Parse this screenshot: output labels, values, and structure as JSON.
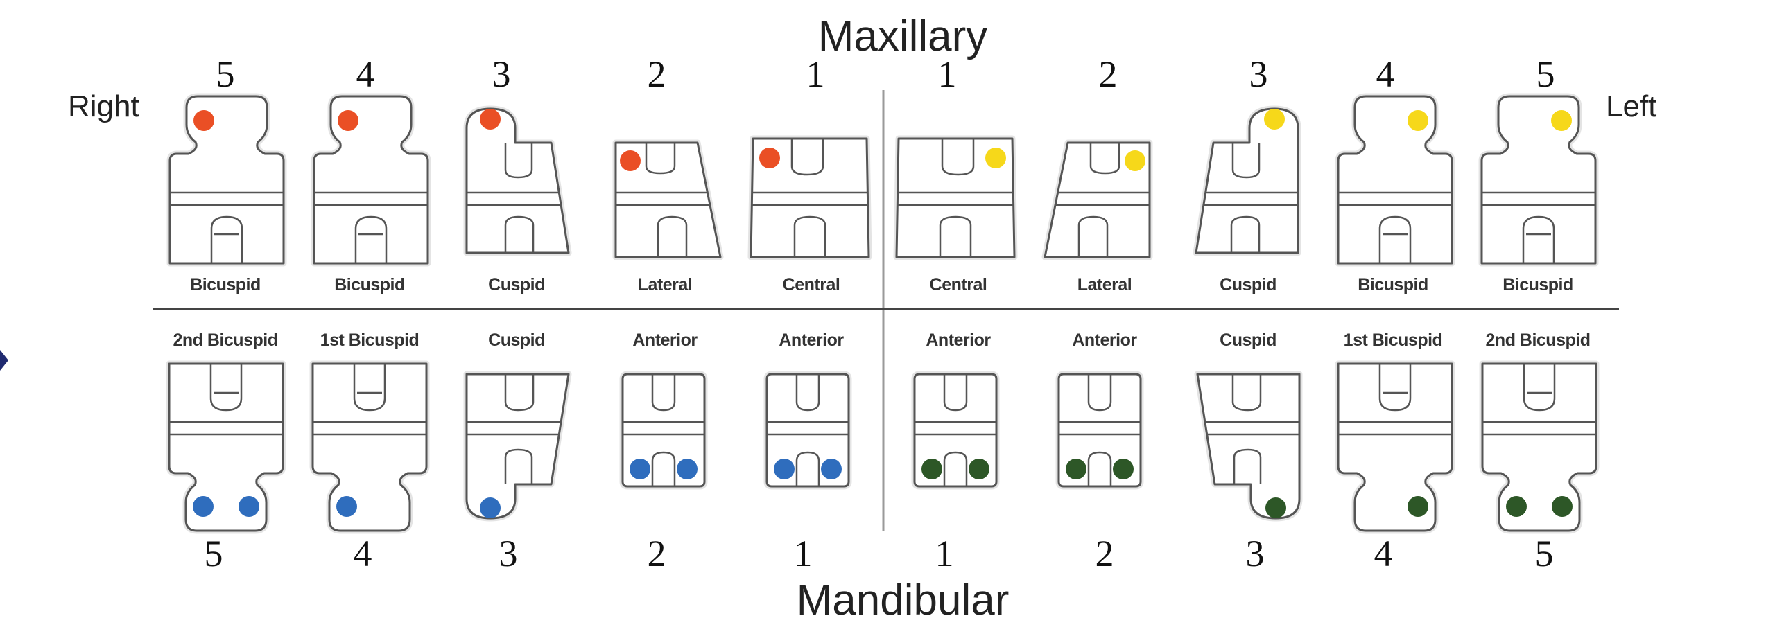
{
  "title_top": "Maxillary",
  "title_bottom": "Mandibular",
  "side_right": "Right",
  "side_left": "Left",
  "colors": {
    "upper_right": "#ea4f25",
    "upper_left": "#f6d81a",
    "lower_right": "#2f6dbd",
    "lower_left": "#2d5727",
    "outline": "#555555",
    "arrow": "#1f2a70"
  },
  "maxillary": [
    {
      "number": "5",
      "label": "Bicuspid",
      "type": "bicuspid",
      "side": "right"
    },
    {
      "number": "4",
      "label": "Bicuspid",
      "type": "bicuspid",
      "side": "right"
    },
    {
      "number": "3",
      "label": "Cuspid",
      "type": "cuspid",
      "side": "right"
    },
    {
      "number": "2",
      "label": "Lateral",
      "type": "lateral",
      "side": "right"
    },
    {
      "number": "1",
      "label": "Central",
      "type": "central",
      "side": "right"
    },
    {
      "number": "1",
      "label": "Central",
      "type": "central",
      "side": "left"
    },
    {
      "number": "2",
      "label": "Lateral",
      "type": "lateral",
      "side": "left"
    },
    {
      "number": "3",
      "label": "Cuspid",
      "type": "cuspid",
      "side": "left"
    },
    {
      "number": "4",
      "label": "Bicuspid",
      "type": "bicuspid",
      "side": "left"
    },
    {
      "number": "5",
      "label": "Bicuspid",
      "type": "bicuspid",
      "side": "left"
    }
  ],
  "mandibular": [
    {
      "number": "5",
      "label": "2nd Bicuspid",
      "type": "bicuspid2",
      "side": "right"
    },
    {
      "number": "4",
      "label": "1st Bicuspid",
      "type": "bicuspid",
      "side": "right"
    },
    {
      "number": "3",
      "label": "Cuspid",
      "type": "cuspid",
      "side": "right"
    },
    {
      "number": "2",
      "label": "Anterior",
      "type": "anterior",
      "side": "right"
    },
    {
      "number": "1",
      "label": "Anterior",
      "type": "anterior",
      "side": "right"
    },
    {
      "number": "1",
      "label": "Anterior",
      "type": "anterior",
      "side": "left"
    },
    {
      "number": "2",
      "label": "Anterior",
      "type": "anterior",
      "side": "left"
    },
    {
      "number": "3",
      "label": "Cuspid",
      "type": "cuspid",
      "side": "left"
    },
    {
      "number": "4",
      "label": "1st Bicuspid",
      "type": "bicuspid",
      "side": "left"
    },
    {
      "number": "5",
      "label": "2nd Bicuspid",
      "type": "bicuspid2",
      "side": "left"
    }
  ]
}
